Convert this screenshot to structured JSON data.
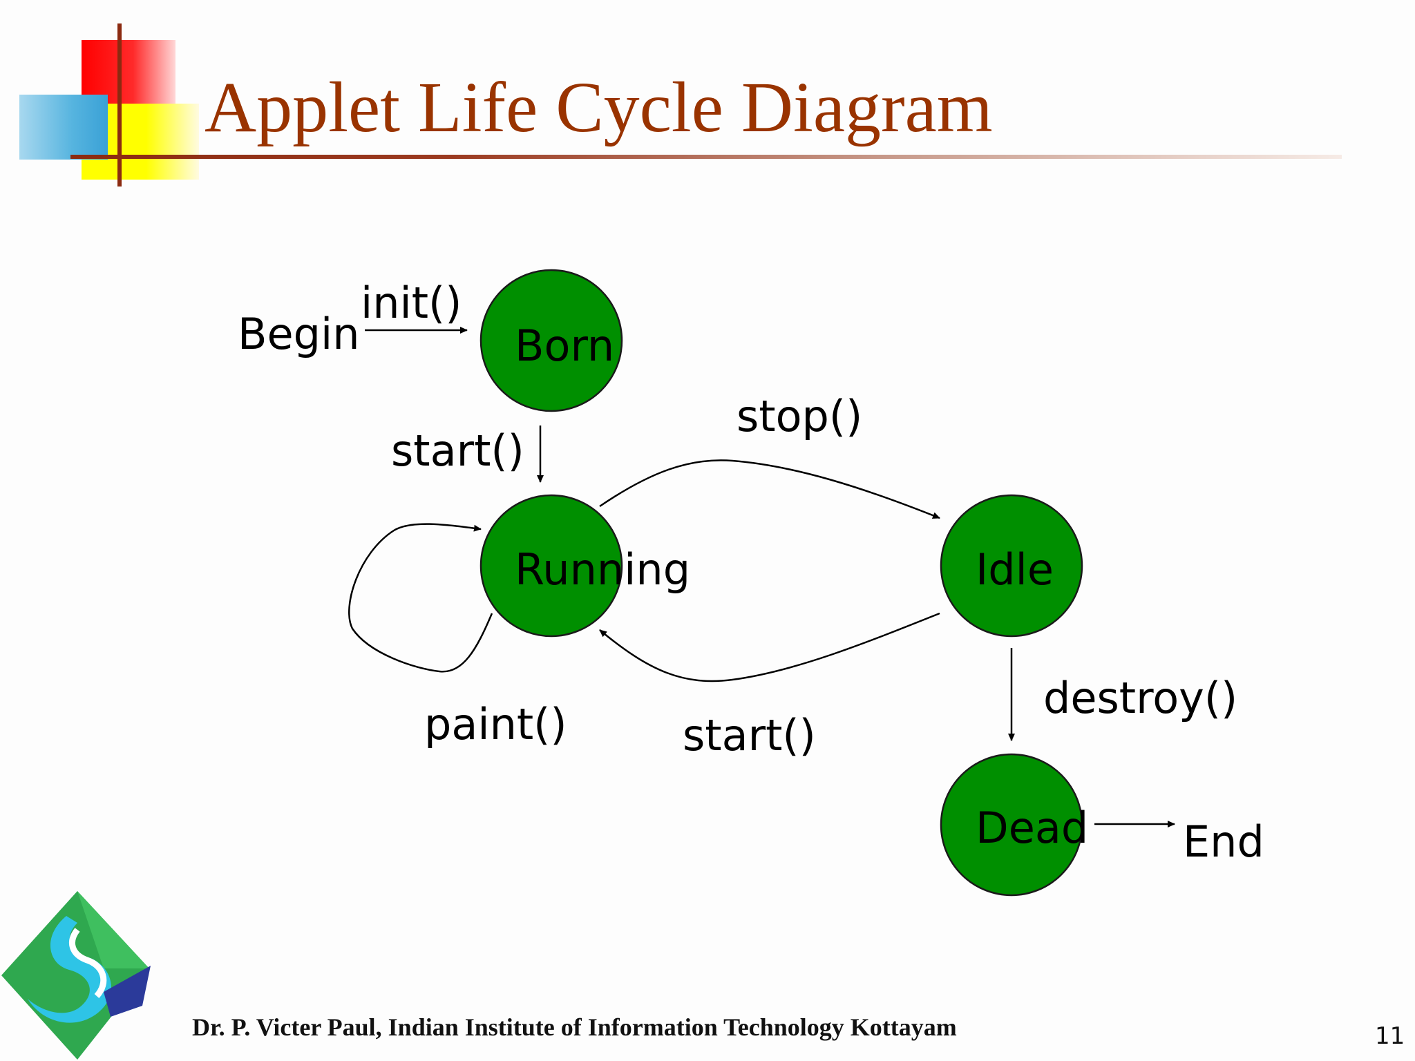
{
  "slide": {
    "title": "Applet Life Cycle Diagram",
    "footer": "Dr. P. Victer Paul, Indian Institute of Information Technology Kottayam",
    "page_number": "11"
  },
  "diagram": {
    "terminals": {
      "begin": "Begin",
      "end": "End"
    },
    "states": {
      "born": "Born",
      "running": "Running",
      "idle": "Idle",
      "dead": "Dead"
    },
    "transitions": {
      "init": "init()",
      "start_born_running": "start()",
      "stop": "stop()",
      "paint": "paint()",
      "start_idle_running": "start()",
      "destroy": "destroy()"
    }
  },
  "colors": {
    "title": "#993300",
    "state_fill": "#008f00",
    "accent_red": "#ff0000",
    "accent_yellow": "#ffff00",
    "accent_blue": "#3aa1d6",
    "rule": "#8b2a10"
  }
}
